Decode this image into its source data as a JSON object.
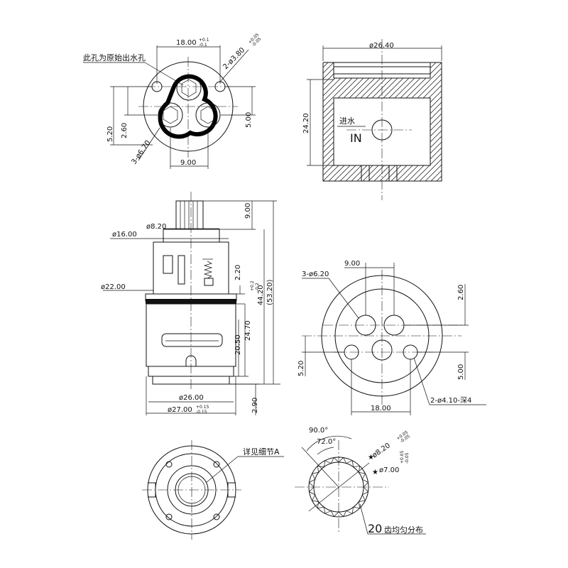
{
  "view_top_ports": {
    "note_label": "此孔为原始出水孔",
    "dim_width": "18.00",
    "dim_width_tol_upper": "+0.1",
    "dim_width_tol_lower": "-0.1",
    "dim_pin_holes": "2-ø3.80",
    "dim_pin_holes_tol_upper": "+0.05",
    "dim_pin_holes_tol_lower": "-0.05",
    "dim_5_20": "5.20",
    "dim_2_60": "2.60",
    "dim_5_00": "5.00",
    "dim_ports": "3-ø6.70",
    "dim_9_00": "9.00"
  },
  "view_section": {
    "dim_diameter": "ø26.40",
    "dim_height": "24.20",
    "inlet_cn": "进水",
    "inlet_en": "IN"
  },
  "view_elevation": {
    "dim_stem_height": "9.00",
    "dim_stem_dia": "ø8.20",
    "dim_cap_dia": "ø16.00",
    "dim_body_upper_dia": "ø22.00",
    "dim_2_20": "2.20",
    "dim_44_20": "44.20",
    "dim_44_20_tol_upper": "+0.2",
    "dim_44_20_tol_lower": "-0.2",
    "dim_53_20": "(53.20)",
    "dim_24_70": "24.70",
    "dim_20_50": "20.50",
    "dim_base_dia": "ø26.00",
    "dim_outer_dia": "ø27.00",
    "dim_outer_dia_tol_upper": "+0.15",
    "dim_outer_dia_tol_lower": "-0.15",
    "dim_2_90": "2.90"
  },
  "view_bottom": {
    "dim_ports": "3-ø6.20",
    "dim_9_00": "9.00",
    "dim_2_60": "2.60",
    "dim_5_20": "5.20",
    "dim_5_00": "5.00",
    "dim_18_00": "18.00",
    "dim_small_holes": "2-ø4.10-深4"
  },
  "view_detail": {
    "angle_90": "90.0°",
    "angle_72": "72.0°",
    "dim_outer": "ø8.20",
    "dim_outer_tol_upper": "+0.05",
    "dim_outer_tol_lower": "-0.05",
    "dim_inner": "ø7.00",
    "dim_inner_tol_upper": "+0.05",
    "dim_inner_tol_lower": "-0.05",
    "star_mark": "★",
    "teeth_count": "20",
    "teeth_note": "齿均匀分布"
  },
  "view_plan": {
    "detail_ref": "详见细节A"
  }
}
